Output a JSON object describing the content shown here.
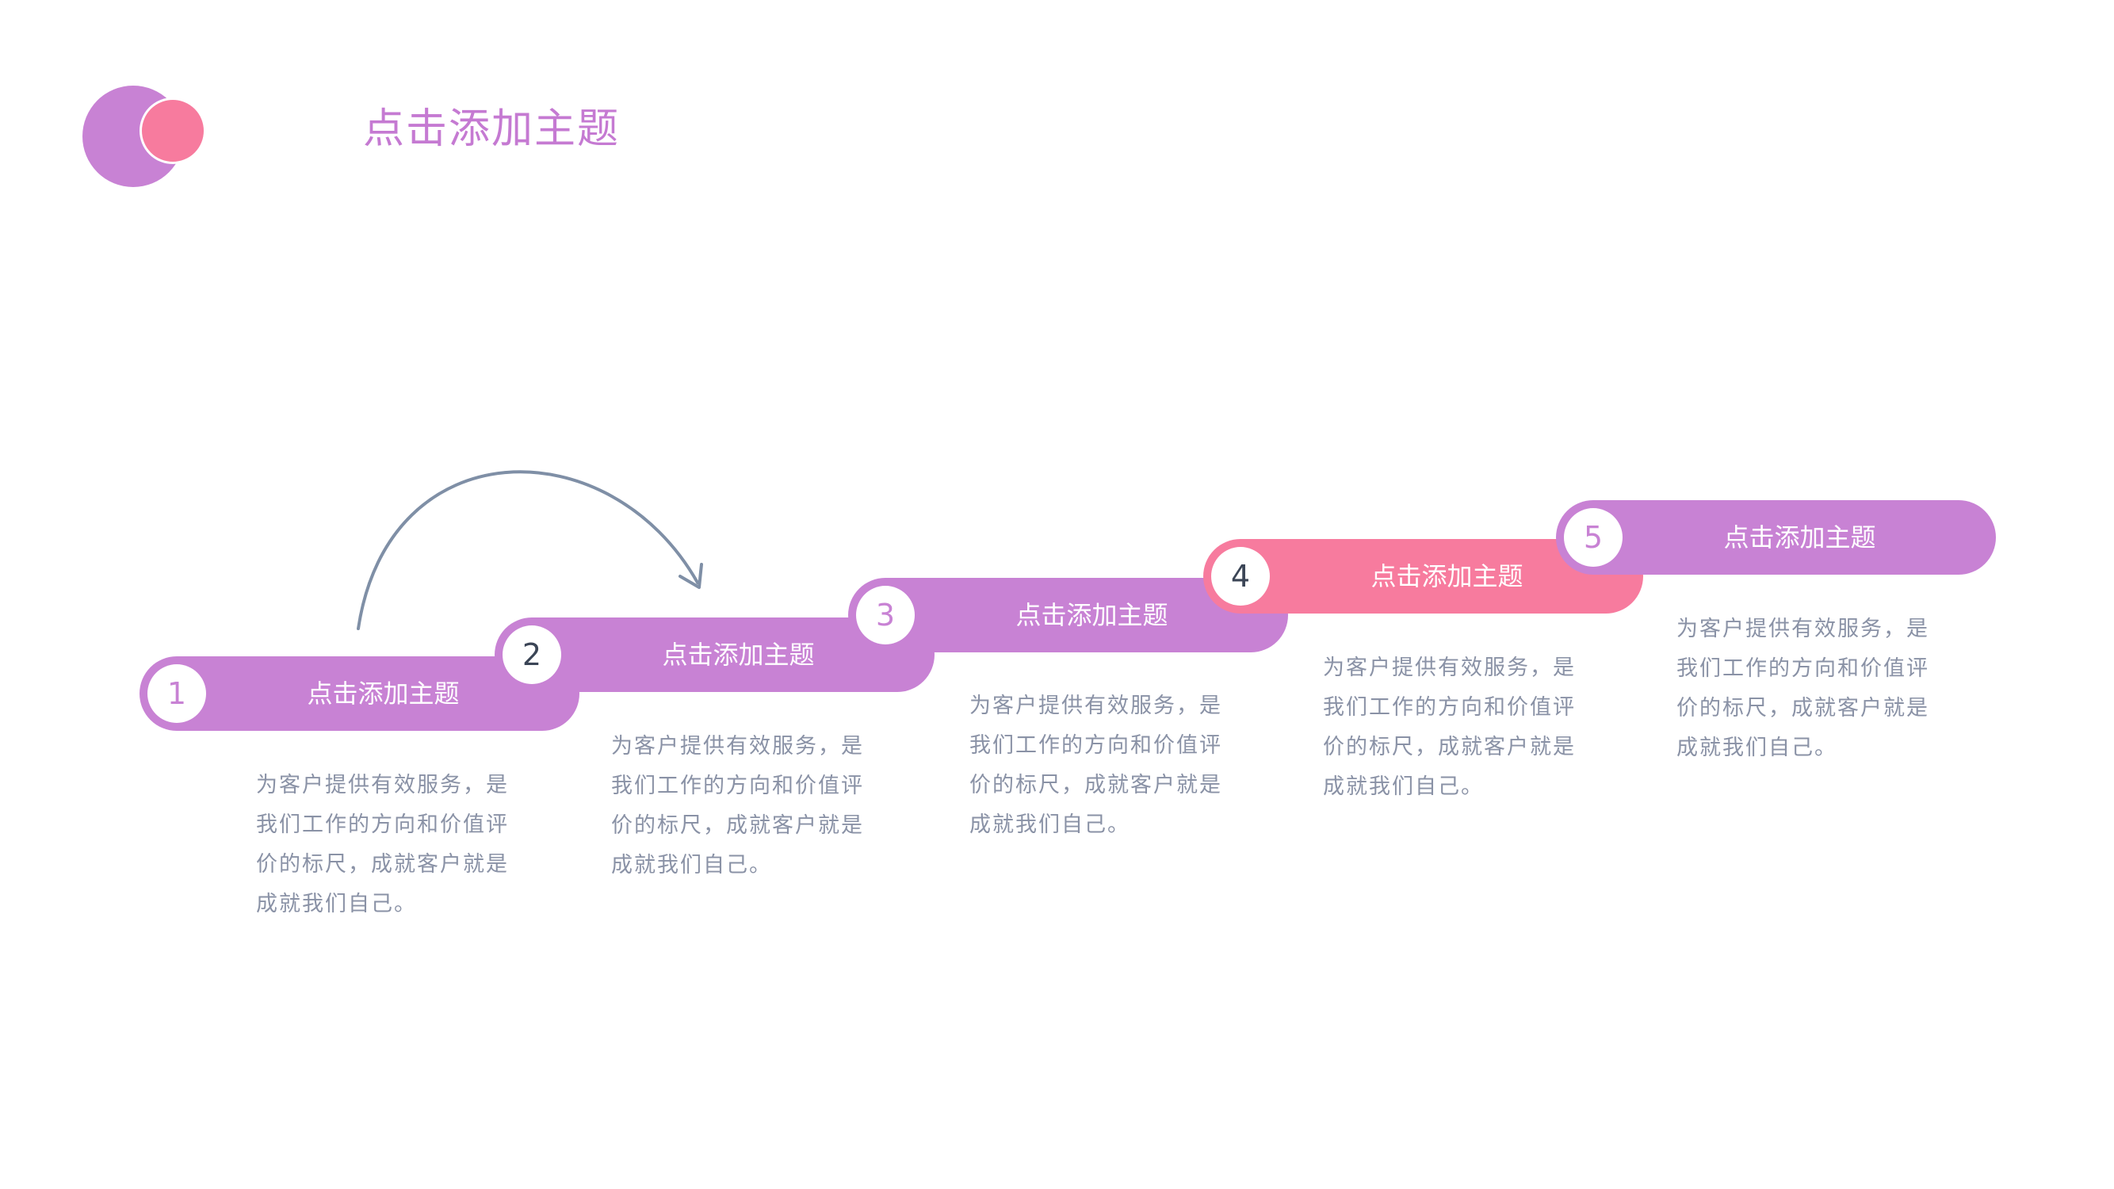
{
  "title": "点击添加主题",
  "colors": {
    "purple": "#c882d4",
    "pink": "#f77b9e",
    "title": "#c57ad2",
    "desc_text": "#8a92a6",
    "arrow": "#7f8fa6"
  },
  "icons": {
    "logo": "overlapping-circles-logo",
    "arrow": "curved-arrow"
  },
  "steps": [
    {
      "number": "1",
      "label": "点击添加主题",
      "color": "purple",
      "desc": "为客户提供有效服务，是我们工作的方向和价值评价的标尺，成就客户就是成就我们自己。"
    },
    {
      "number": "2",
      "label": "点击添加主题",
      "color": "purple",
      "desc": "为客户提供有效服务，是我们工作的方向和价值评价的标尺，成就客户就是成就我们自己。"
    },
    {
      "number": "3",
      "label": "点击添加主题",
      "color": "purple",
      "desc": "为客户提供有效服务，是我们工作的方向和价值评价的标尺，成就客户就是成就我们自己。"
    },
    {
      "number": "4",
      "label": "点击添加主题",
      "color": "pink",
      "desc": "为客户提供有效服务，是我们工作的方向和价值评价的标尺，成就客户就是成就我们自己。"
    },
    {
      "number": "5",
      "label": "点击添加主题",
      "color": "purple",
      "desc": "为客户提供有效服务，是我们工作的方向和价值评价的标尺，成就客户就是成就我们自己。"
    }
  ]
}
